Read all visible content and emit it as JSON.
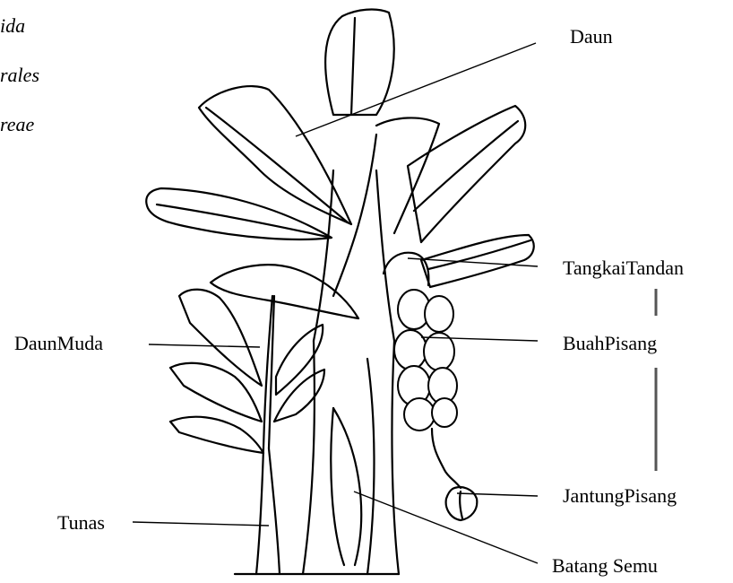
{
  "cropped_text": [
    "ida",
    "rales",
    "reae"
  ],
  "labels": {
    "daun": "Daun",
    "tangkai_tandan": "TangkaiTandan",
    "daun_muda": "DaunMuda",
    "buah_pisang": "BuahPisang",
    "tunas": "Tunas",
    "jantung_pisang": "JantungPisang",
    "batang_semu": "Batang Semu"
  },
  "colors": {
    "line": "#000000",
    "background": "#ffffff",
    "bar": "#555555"
  }
}
